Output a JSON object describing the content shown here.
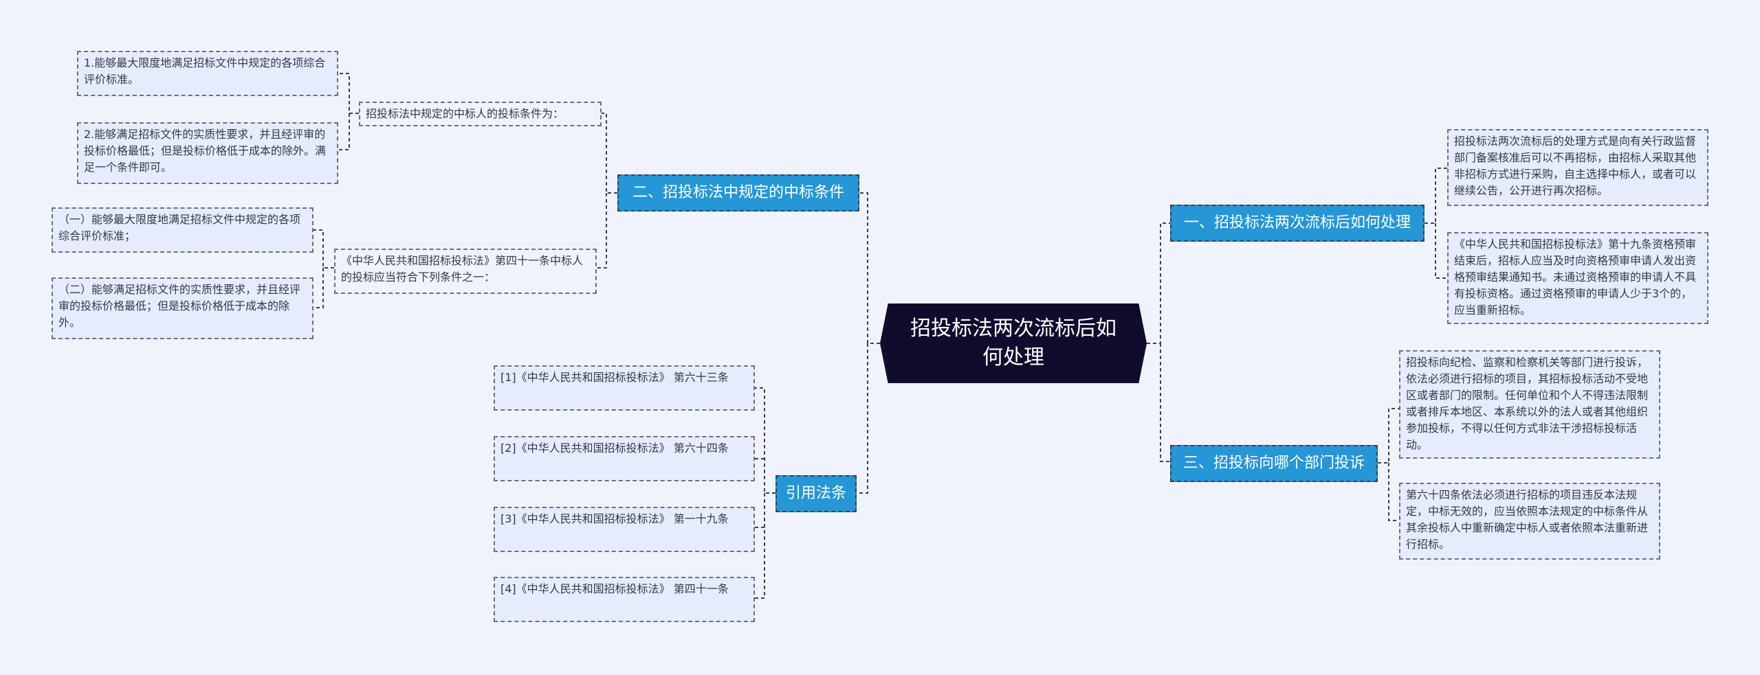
{
  "central": "招投标法两次流标后如何处理",
  "branches": {
    "b1": {
      "label": "一、招投标法两次流标后如何处理",
      "leaves": [
        "招投标法两次流标后的处理方式是向有关行政监督部门备案核准后可以不再招标，由招标人采取其他非招标方式进行采购，自主选择中标人，或者可以继续公告，公开进行再次招标。",
        "《中华人民共和国招标投标法》第十九条资格预审结束后，招标人应当及时向资格预审申请人发出资格预审结果通知书。未通过资格预审的申请人不具有投标资格。通过资格预审的申请人少于3个的，应当重新招标。"
      ]
    },
    "b2": {
      "label": "二、招投标法中规定的中标条件",
      "sub1": {
        "label": "招投标法中规定的中标人的投标条件为：",
        "leaves": [
          "1.能够最大限度地满足招标文件中规定的各项综合评价标准。",
          "2.能够满足招标文件的实质性要求，并且经评审的投标价格最低；但是投标价格低于成本的除外。满足一个条件即可。"
        ]
      },
      "sub2": {
        "label": "《中华人民共和国招标投标法》第四十一条中标人的投标应当符合下列条件之一：",
        "leaves": [
          "（一）能够最大限度地满足招标文件中规定的各项综合评价标准；",
          "（二）能够满足招标文件的实质性要求，并且经评审的投标价格最低；但是投标价格低于成本的除外。"
        ]
      }
    },
    "b3": {
      "label": "三、招投标向哪个部门投诉",
      "leaves": [
        "招投标向纪检、监察和检察机关等部门进行投诉，依法必须进行招标的项目，其招标投标活动不受地区或者部门的限制。任何单位和个人不得违法限制或者排斥本地区、本系统以外的法人或者其他组织参加投标，不得以任何方式非法干涉招标投标活动。",
        "第六十四条依法必须进行招标的项目违反本法规定，中标无效的，应当依照本法规定的中标条件从其余投标人中重新确定中标人或者依照本法重新进行招标。"
      ]
    },
    "b4": {
      "label": "引用法条",
      "leaves": [
        "[1]《中华人民共和国招标投标法》 第六十三条",
        "[2]《中华人民共和国招标投标法》 第六十四条",
        "[3]《中华人民共和国招标投标法》 第一十九条",
        "[4]《中华人民共和国招标投标法》 第四十一条"
      ]
    }
  }
}
